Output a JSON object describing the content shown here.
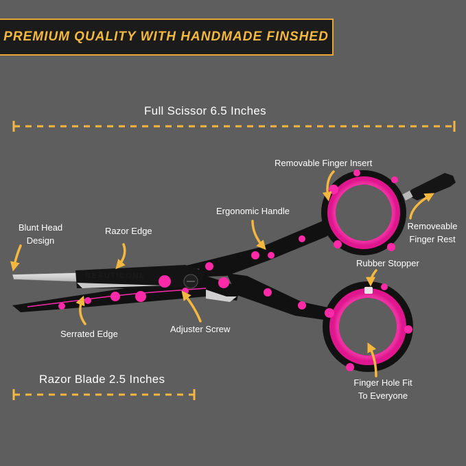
{
  "banner": {
    "text": "PREMIUM QUALITY WITH HANDMADE FINSHED"
  },
  "dimensions": {
    "full_scissor": "Full Scissor 6.5 Inches",
    "razor_blade": "Razor Blade 2.5 Inches"
  },
  "brand": "BEAUTICONE",
  "labels": {
    "removable_finger_insert": "Removable Finger Insert",
    "ergonomic_handle": "Ergonomic Handle",
    "blunt_head_line1": "Blunt Head",
    "blunt_head_line2": "Design",
    "razor_edge": "Razor Edge",
    "removeable_rest_line1": "Removeable",
    "removeable_rest_line2": "Finger Rest",
    "rubber_stopper": "Rubber Stopper",
    "serrated_edge": "Serrated Edge",
    "adjuster_screw": "Adjuster Screw",
    "finger_hole_line1": "Finger Hole Fit",
    "finger_hole_line2": "To Everyone"
  },
  "colors": {
    "background": "#5e5e5e",
    "accent": "#f4b840",
    "ring": "#ff2aa8",
    "handle": "#111111",
    "blade": "#d8d8d8"
  },
  "icons": [
    "curved-arrow-icon",
    "finger-rest-icon",
    "rubber-stopper-icon"
  ]
}
